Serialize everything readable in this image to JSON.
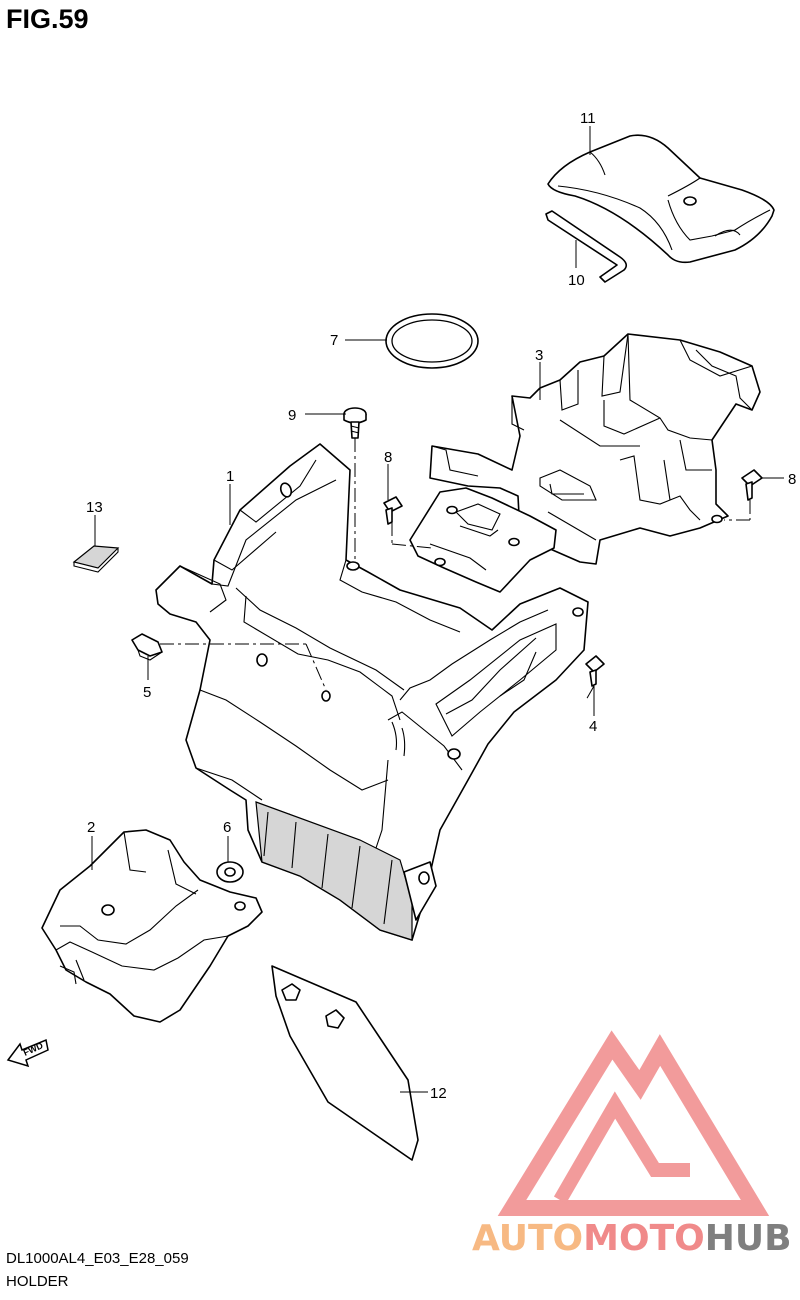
{
  "figure": {
    "title": "FIG.59",
    "code": "DL1000AL4_E03_E28_059",
    "name": "HOLDER"
  },
  "fwd_label": "FWD",
  "callouts": [
    {
      "id": "c1",
      "label": "1"
    },
    {
      "id": "c2",
      "label": "2"
    },
    {
      "id": "c3",
      "label": "3"
    },
    {
      "id": "c4",
      "label": "4"
    },
    {
      "id": "c5",
      "label": "5"
    },
    {
      "id": "c6",
      "label": "6"
    },
    {
      "id": "c7",
      "label": "7"
    },
    {
      "id": "c8a",
      "label": "8"
    },
    {
      "id": "c8b",
      "label": "8"
    },
    {
      "id": "c9",
      "label": "9"
    },
    {
      "id": "c10",
      "label": "10"
    },
    {
      "id": "c11",
      "label": "11"
    },
    {
      "id": "c12",
      "label": "12"
    },
    {
      "id": "c13",
      "label": "13"
    }
  ],
  "watermark": {
    "word1": "AUTO",
    "word2": "MOTO",
    "word3": "HUB",
    "colors": {
      "auto": "#f7b983",
      "moto": "#f08a8a",
      "hub": "#7f7f7f",
      "triangle": "#f08a8a"
    }
  }
}
